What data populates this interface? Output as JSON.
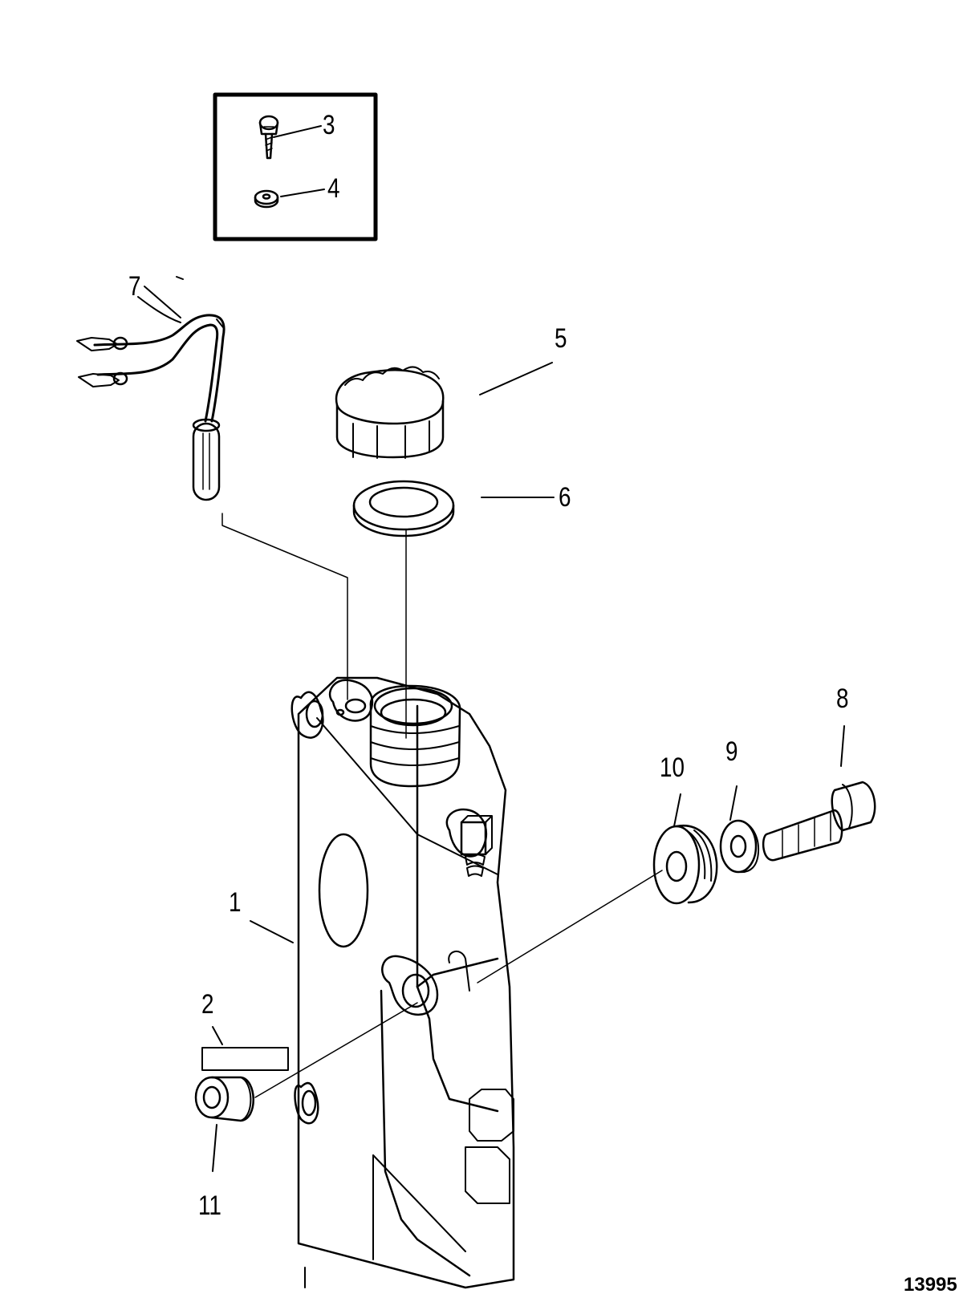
{
  "figure_number": "13995",
  "callouts": {
    "c1": "1",
    "c2": "2",
    "c3": "3",
    "c4": "4",
    "c5": "5",
    "c6": "6",
    "c7": "7",
    "c8": "8",
    "c9": "9",
    "c10": "10",
    "c11": "11"
  },
  "parts": [
    {
      "callout": "1",
      "icon": "reservoir-body"
    },
    {
      "callout": "2",
      "icon": "decal-label"
    },
    {
      "callout": "3",
      "icon": "screw"
    },
    {
      "callout": "4",
      "icon": "washer"
    },
    {
      "callout": "5",
      "icon": "fill-cap"
    },
    {
      "callout": "6",
      "icon": "gasket-ring"
    },
    {
      "callout": "7",
      "icon": "level-sensor-with-leads"
    },
    {
      "callout": "8",
      "icon": "bolt"
    },
    {
      "callout": "9",
      "icon": "washer"
    },
    {
      "callout": "10",
      "icon": "grommet"
    },
    {
      "callout": "11",
      "icon": "bushing"
    }
  ]
}
